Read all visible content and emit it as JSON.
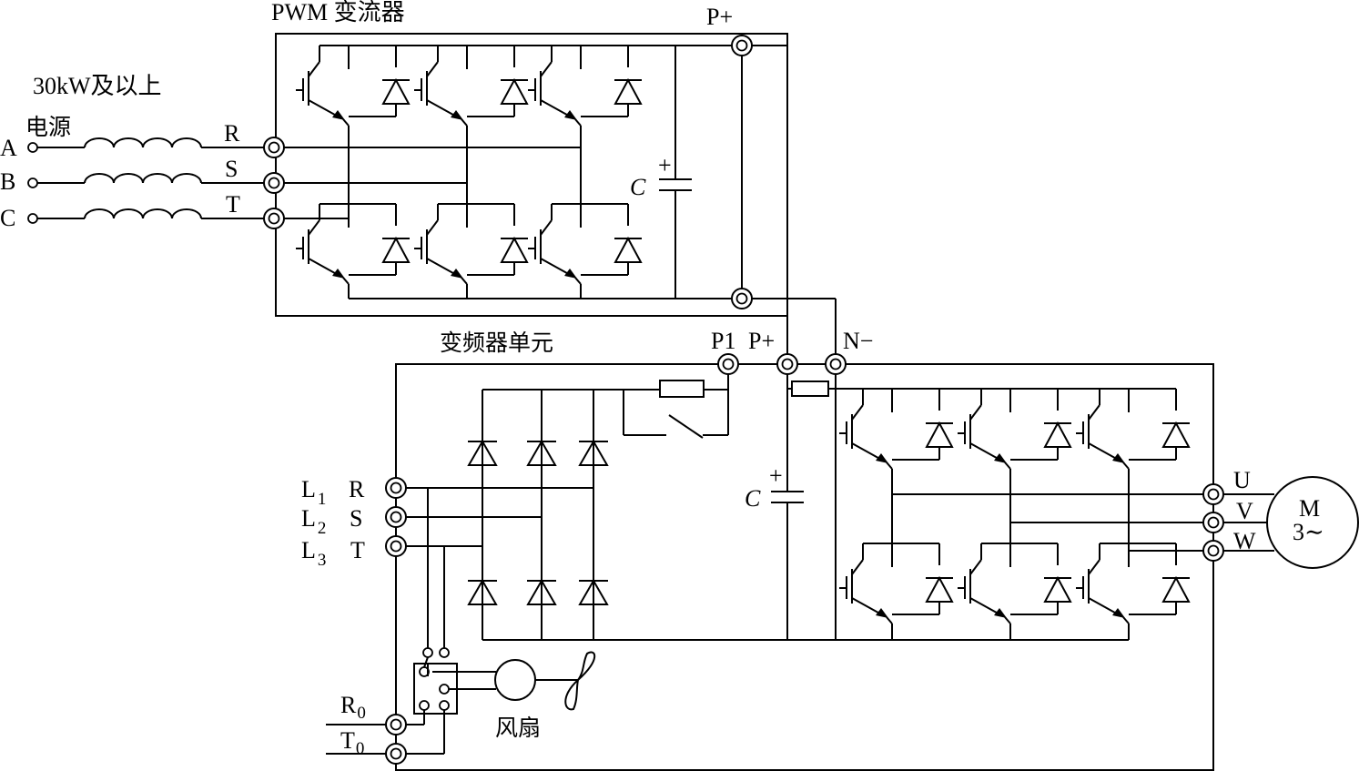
{
  "pwm_converter": {
    "title": "PWM 变流器",
    "p_plus": "P+",
    "r": "R",
    "s": "S",
    "t": "T",
    "cap": "C",
    "cap_plus": "+"
  },
  "supply": {
    "rating": "30kW及以上",
    "power": "电源",
    "a": "A",
    "b": "B",
    "c": "C"
  },
  "inverter_unit": {
    "title": "变频器单元",
    "p1": "P1",
    "p_plus": "P+",
    "n_minus": "N−",
    "l": "L",
    "l1_sub": "1",
    "l2_sub": "2",
    "l3_sub": "3",
    "r": "R",
    "s": "S",
    "t": "T",
    "cap": "C",
    "cap_plus": "+",
    "r0": "R",
    "r0_sub": "0",
    "t0": "T",
    "t0_sub": "0",
    "fan": "风扇",
    "u": "U",
    "v": "V",
    "w": "W"
  },
  "motor": {
    "m": "M",
    "phase": "3∼"
  }
}
